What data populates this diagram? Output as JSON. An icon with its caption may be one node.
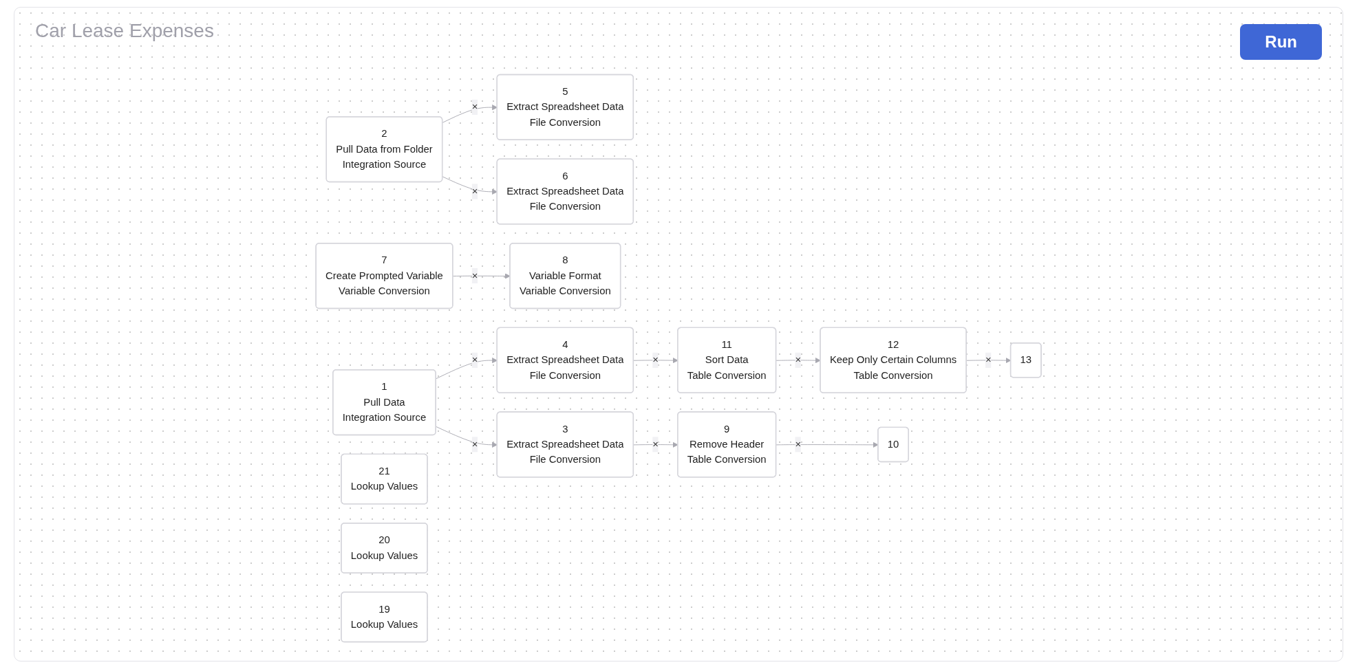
{
  "diagram": {
    "title": "Car Lease Expenses",
    "nodes": [
      {
        "text": [
          "5",
          "Extract Spreadsheet Data",
          "File Conversion"
        ]
      },
      {
        "text": [
          "2",
          "Pull Data from Folder",
          "Integration Source"
        ]
      },
      {
        "text": [
          "7",
          "Create Prompted Variable",
          "Variable Conversion"
        ]
      },
      {
        "text": [
          "8",
          "Variable Format",
          "Variable Conversion"
        ]
      },
      {
        "text": [
          "6",
          "Extract Spreadsheet Data",
          "File Conversion"
        ]
      },
      {
        "text": [
          "1",
          "Pull Data",
          "Integration Source"
        ]
      },
      {
        "text": [
          "4",
          "Extract Spreadsheet Data",
          "File Conversion"
        ]
      },
      {
        "text": [
          "11",
          "Sort Data",
          "Table Conversion"
        ]
      },
      {
        "text": [
          "12",
          "Keep Only Certain Columns",
          "Table Conversion"
        ]
      },
      {
        "text": [
          "13"
        ]
      },
      {
        "text": [
          "3",
          "Extract Spreadsheet Data",
          "File Conversion"
        ]
      },
      {
        "text": [
          "9",
          "Remove Header",
          "Table Conversion"
        ]
      },
      {
        "text": [
          "10"
        ]
      },
      {
        "text": [
          "21",
          "Lookup Values"
        ]
      },
      {
        "text": [
          "20",
          "Lookup Values"
        ]
      },
      {
        "text": [
          "19",
          "Lookup Values"
        ]
      }
    ],
    "edges": [
      {
        "from": 1,
        "to": 0,
        "arrow": "to",
        "label": "×"
      },
      {
        "from": 1,
        "to": 4,
        "arrow": "to",
        "label": "×"
      },
      {
        "from": 2,
        "to": 3,
        "arrow": "to",
        "label": "×"
      },
      {
        "from": 5,
        "to": 6,
        "arrow": "to",
        "label": "×"
      },
      {
        "from": 5,
        "to": 10,
        "arrow": "to",
        "label": "×"
      },
      {
        "from": 6,
        "to": 7,
        "arrow": "to",
        "label": "×"
      },
      {
        "from": 7,
        "to": 8,
        "arrow": "to",
        "label": "×"
      },
      {
        "from": 8,
        "to": 9,
        "arrow": "to",
        "label": "×"
      },
      {
        "from": 10,
        "to": 11,
        "arrow": "to",
        "label": "×"
      },
      {
        "from": 11,
        "to": 12,
        "arrow": "to",
        "label": "×"
      }
    ],
    "labels": [
      "Run"
    ]
  }
}
